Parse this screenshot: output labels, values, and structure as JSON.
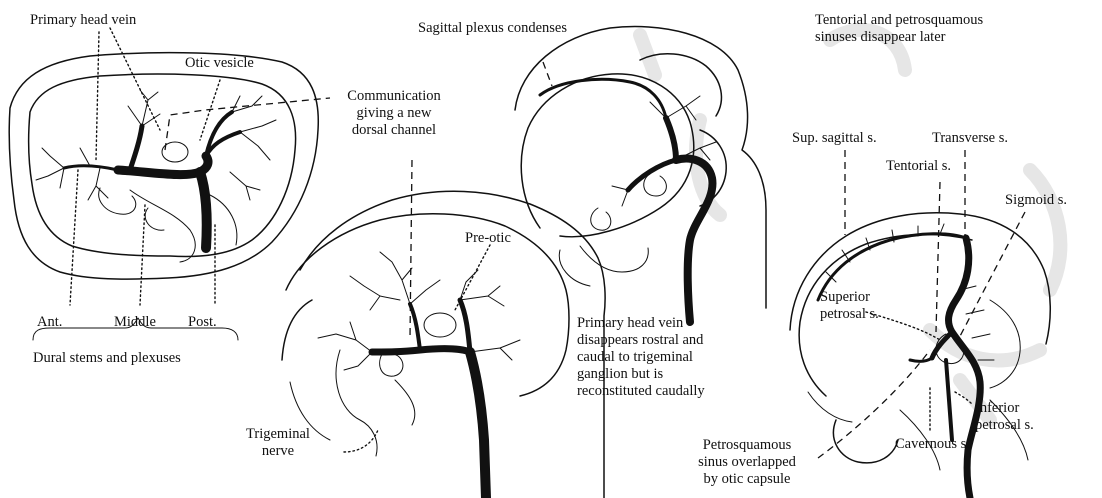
{
  "stage1": {
    "primary_head_vein": "Primary head vein",
    "otic_vesicle": "Otic vesicle",
    "communication": "Communication\ngiving a new\ndorsal channel",
    "ant": "Ant.",
    "middle": "Middle",
    "post": "Post.",
    "dural_stems": "Dural stems and plexuses"
  },
  "stage2": {
    "pre_otic": "Pre-otic",
    "trigeminal_nerve": "Trigeminal\nnerve"
  },
  "stage3": {
    "sagittal_plexus": "Sagittal plexus condenses",
    "primary_head_vein_note": "Primary head vein\ndisappears rostral and\ncaudal to trigeminal\nganglion but is\nreconstituted caudally"
  },
  "stage4": {
    "tentorial_note": "Tentorial and petrosquamous\nsinuses disappear later",
    "sup_sagittal": "Sup. sagittal s.",
    "transverse": "Transverse s.",
    "tentorial": "Tentorial s.",
    "sigmoid": "Sigmoid s.",
    "superior_petrosal": "Superior\npetrosal s.",
    "inferior_petrosal": "Inferior\npetrosal s.",
    "cavernous": "Cavernous s.",
    "petrosquamous": "Petrosquamous\nsinus overlapped\nby otic capsule"
  }
}
